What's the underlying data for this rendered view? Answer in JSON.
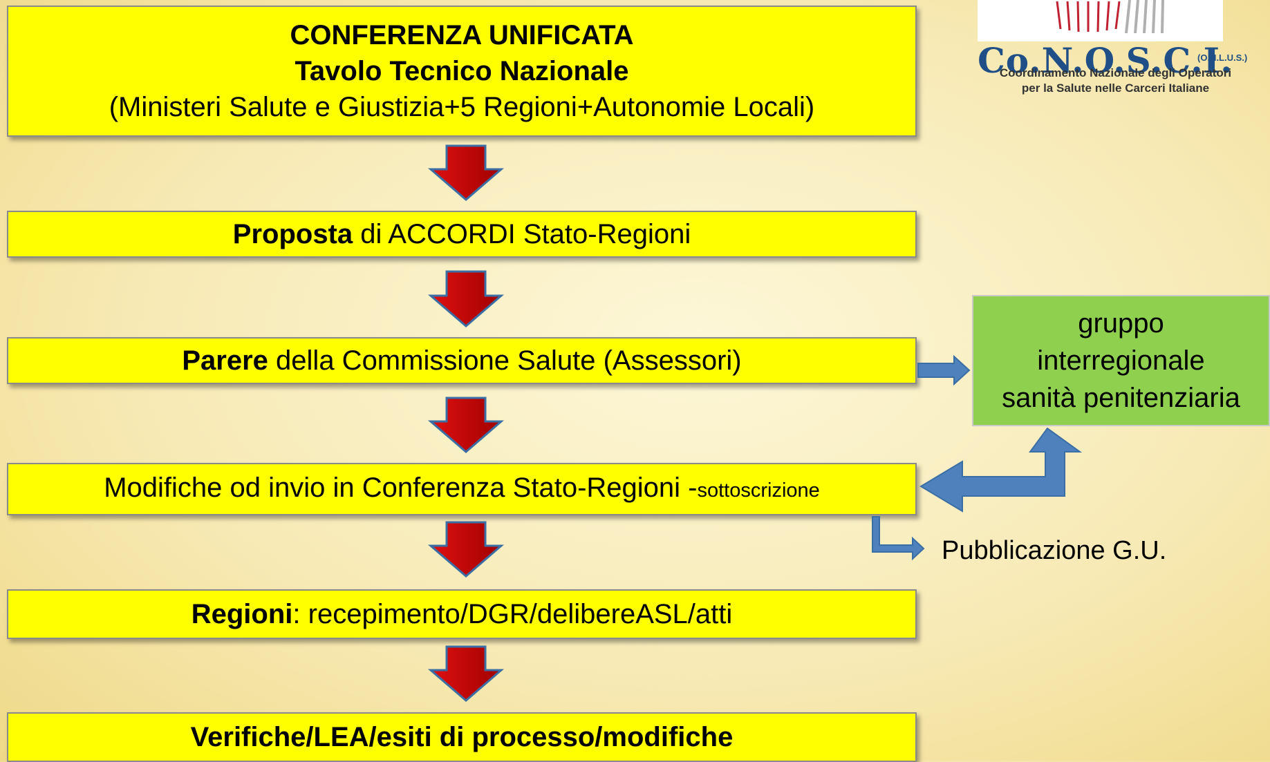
{
  "boxes": {
    "conferenza": {
      "line1": "CONFERENZA UNIFICATA",
      "line2": "Tavolo Tecnico Nazionale",
      "line3": "(Ministeri Salute e Giustizia+5 Regioni+Autonomie Locali)"
    },
    "proposta": {
      "bold": "Proposta",
      "rest": " di ACCORDI Stato-Regioni"
    },
    "parere": {
      "bold": "Parere",
      "rest": " della Commissione Salute (Assessori)"
    },
    "modifiche": {
      "main": "Modifiche od invio in Conferenza Stato-Regioni -",
      "small": "sottoscrizione"
    },
    "regioni": {
      "bold": "Regioni",
      "rest": ": recepimento/DGR/delibereASL/atti"
    },
    "verifiche": {
      "text": "Verifiche/LEA/esiti di processo/modifiche"
    }
  },
  "side": {
    "gruppo": {
      "line1": "gruppo",
      "line2": "interregionale",
      "line3": "sanità penitenziaria"
    },
    "pubblicazione": "Pubblicazione G.U."
  },
  "logo": {
    "title": "Co.N.O.S.C.I.",
    "subtitle": "(O.N.L.U.S.)",
    "line1": "Coordinamento Nazionale degli Operatori",
    "line2": "per la Salute nelle Carceri Italiane"
  },
  "colors": {
    "box_fill": "#ffff00",
    "down_arrow": "#c00000",
    "side_arrow": "#4f81bd",
    "green_box": "#8fd14f",
    "logo_text": "#1f4f86"
  }
}
